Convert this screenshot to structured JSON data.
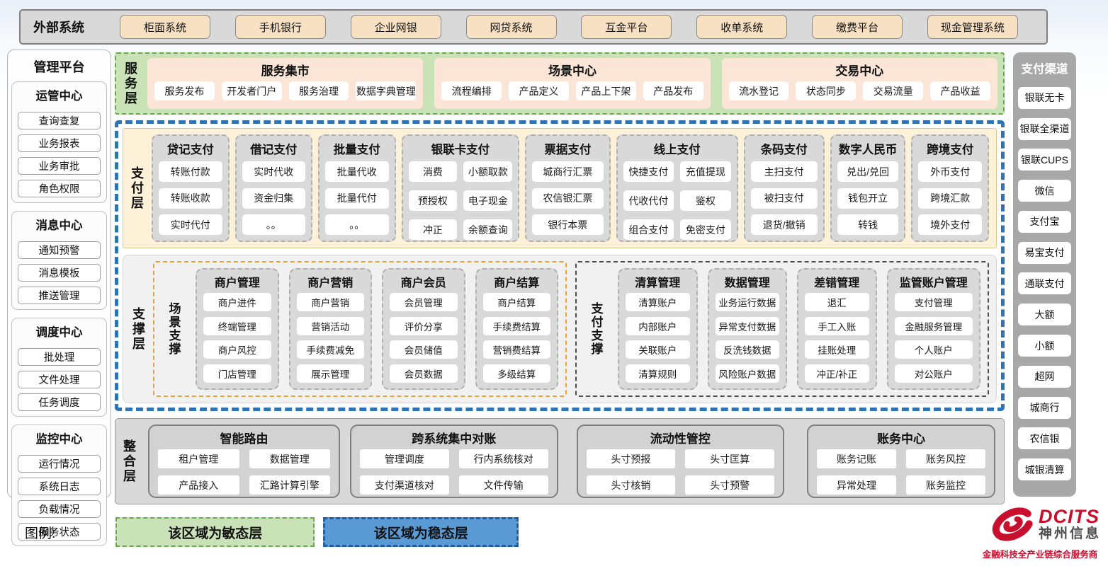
{
  "external_systems": {
    "label": "外部系统",
    "items": [
      "柜面系统",
      "手机银行",
      "企业网银",
      "网贷系统",
      "互金平台",
      "收单系统",
      "缴费平台",
      "现金管理系统"
    ]
  },
  "management_platform": {
    "title": "管理平台",
    "sections": [
      {
        "title": "运管中心",
        "items": [
          "查询查复",
          "业务报表",
          "业务审批",
          "角色权限"
        ]
      },
      {
        "title": "消息中心",
        "items": [
          "通知预警",
          "消息模板",
          "推送管理"
        ]
      },
      {
        "title": "调度中心",
        "items": [
          "批处理",
          "文件处理",
          "任务调度"
        ]
      },
      {
        "title": "监控中心",
        "items": [
          "运行情况",
          "系统日志",
          "负载情况",
          "服务状态"
        ]
      }
    ]
  },
  "service_layer": {
    "label": "服务层",
    "groups": [
      {
        "title": "服务集市",
        "items": [
          "服务发布",
          "开发者门户",
          "服务治理",
          "数据字典管理"
        ]
      },
      {
        "title": "场景中心",
        "items": [
          "流程编排",
          "产品定义",
          "产品上下架",
          "产品发布"
        ]
      },
      {
        "title": "交易中心",
        "items": [
          "流水登记",
          "状态同步",
          "交易流量",
          "产品收益"
        ]
      }
    ]
  },
  "payment_layer": {
    "label": "支付层",
    "columns": [
      {
        "title": "贷记支付",
        "items": [
          "转账付款",
          "转账收款",
          "实时代付"
        ]
      },
      {
        "title": "借记支付",
        "items": [
          "实时代收",
          "资金归集",
          "。。"
        ]
      },
      {
        "title": "批量支付",
        "items": [
          "批量代收",
          "批量代付",
          "。。"
        ]
      },
      {
        "title": "银联卡支付",
        "items": [
          "消费",
          "小额取款",
          "预授权",
          "电子现金",
          "冲正",
          "余额查询"
        ]
      },
      {
        "title": "票据支付",
        "items": [
          "城商行汇票",
          "农信银汇票",
          "银行本票"
        ]
      },
      {
        "title": "线上支付",
        "items": [
          "快捷支付",
          "充值提现",
          "代收代付",
          "鉴权",
          "组合支付",
          "免密支付"
        ]
      },
      {
        "title": "条码支付",
        "items": [
          "主扫支付",
          "被扫支付",
          "退货/撤销"
        ]
      },
      {
        "title": "数字人民币",
        "items": [
          "兑出/兑回",
          "钱包开立",
          "转钱"
        ]
      },
      {
        "title": "跨境支付",
        "items": [
          "外币支付",
          "跨境汇款",
          "境外支付"
        ]
      }
    ]
  },
  "support_layer": {
    "label": "支撑层",
    "zones": [
      {
        "label": "场景支撑",
        "groups": [
          {
            "title": "商户管理",
            "items": [
              "商户进件",
              "终端管理",
              "商户风控",
              "门店管理"
            ]
          },
          {
            "title": "商户营销",
            "items": [
              "商户营销",
              "营销活动",
              "手续费减免",
              "展示管理"
            ]
          },
          {
            "title": "商户会员",
            "items": [
              "会员管理",
              "评价分享",
              "会员储值",
              "会员数据"
            ]
          },
          {
            "title": "商户结算",
            "items": [
              "商户结算",
              "手续费结算",
              "营销费结算",
              "多级结算"
            ]
          }
        ]
      },
      {
        "label": "支付支撑",
        "groups": [
          {
            "title": "清算管理",
            "items": [
              "清算账户",
              "内部账户",
              "关联账户",
              "清算规则"
            ]
          },
          {
            "title": "数据管理",
            "items": [
              "业务运行数据",
              "异常支付数据",
              "反洗钱数据",
              "风险账户数据"
            ]
          },
          {
            "title": "差错管理",
            "items": [
              "退汇",
              "手工入账",
              "挂账处理",
              "冲正/补正"
            ]
          },
          {
            "title": "监管账户管理",
            "items": [
              "支付管理",
              "金融服务管理",
              "个人账户",
              "对公账户"
            ]
          }
        ]
      }
    ]
  },
  "integration_layer": {
    "label": "整合层",
    "groups": [
      {
        "title": "智能路由",
        "items": [
          "租户管理",
          "数据管理",
          "产品接入",
          "汇路计算引擎"
        ]
      },
      {
        "title": "跨系统集中对账",
        "items": [
          "管理调度",
          "行内系统核对",
          "支付渠道核对",
          "文件传输"
        ]
      },
      {
        "title": "流动性管控",
        "items": [
          "头寸预报",
          "头寸匡算",
          "头寸核销",
          "头寸预警"
        ]
      },
      {
        "title": "账务中心",
        "items": [
          "账务记账",
          "账务风控",
          "异常处理",
          "账务监控"
        ]
      }
    ]
  },
  "payment_channels": {
    "title": "支付渠道",
    "items": [
      "银联无卡",
      "银联全渠道",
      "银联CUPS",
      "微信",
      "支付宝",
      "易宝支付",
      "通联支付",
      "大额",
      "小额",
      "超网",
      "城商行",
      "农信银",
      "城银清算"
    ]
  },
  "legend": {
    "label": "图例:",
    "agile": "该区域为敏态层",
    "stable": "该区域为稳态层"
  },
  "logo": {
    "brand": "DCITS",
    "company": "神州信息",
    "tagline": "金融科技全产业链综合服务商"
  },
  "colors": {
    "agile_green": "#c9e2b8",
    "green_border": "#6aa84f",
    "stable_blue": "#5b9bd5",
    "blue_border": "#2e74b5",
    "payment_cream": "#fdf2d7",
    "group_gray": "#d9d9d9",
    "external_tan": "#f8e0c3",
    "scene_orange_border": "#e8a33d",
    "brand_red": "#c8102e"
  }
}
